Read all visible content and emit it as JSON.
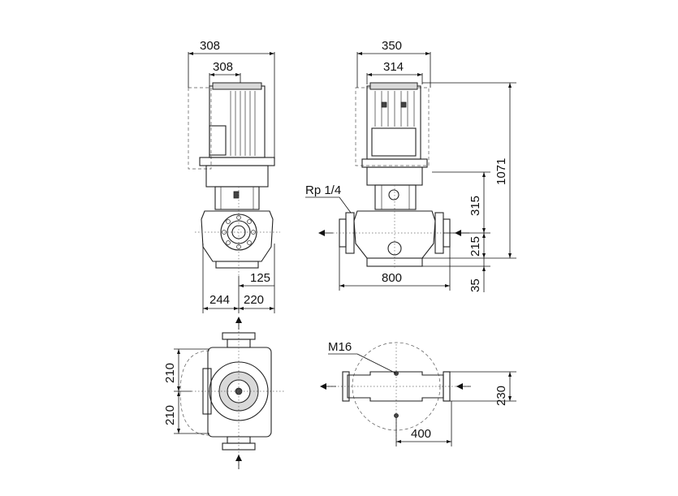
{
  "dimensions": {
    "side_outer_width": "308",
    "side_inner_width": "308",
    "front_outer_width": "350",
    "front_inner_width": "314",
    "total_height": "1071",
    "head_height": "315",
    "pipe_center_height": "215",
    "base_height": "35",
    "flange_length": "800",
    "port_offset": "125",
    "left_depth": "244",
    "right_depth": "220",
    "top_half": "210",
    "bottom_half": "210",
    "hole_spacing": "230",
    "hole_distance": "400"
  },
  "labels": {
    "vent_port": "Rp 1/4",
    "bolt": "M16"
  }
}
